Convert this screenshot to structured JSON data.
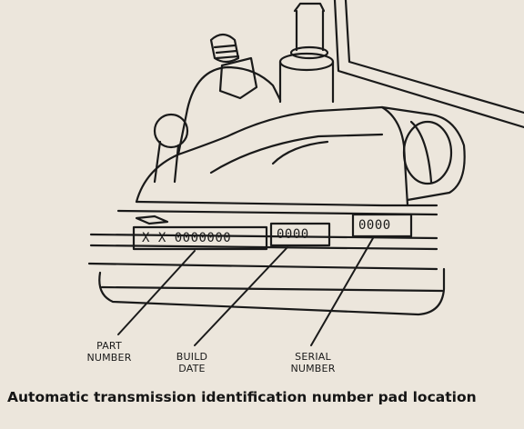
{
  "caption": "Automatic transmission identification number pad location",
  "pad": {
    "part_code": "X X 0000000",
    "build_code": "0000",
    "serial_code": "0000"
  },
  "callouts": {
    "part_line1": "PART",
    "part_line2": "NUMBER",
    "build_line1": "BUILD",
    "build_line2": "DATE",
    "serial_line1": "SERIAL",
    "serial_line2": "NUMBER"
  },
  "colors": {
    "paper": "#ece6dc",
    "ink": "#1a1a1a"
  }
}
